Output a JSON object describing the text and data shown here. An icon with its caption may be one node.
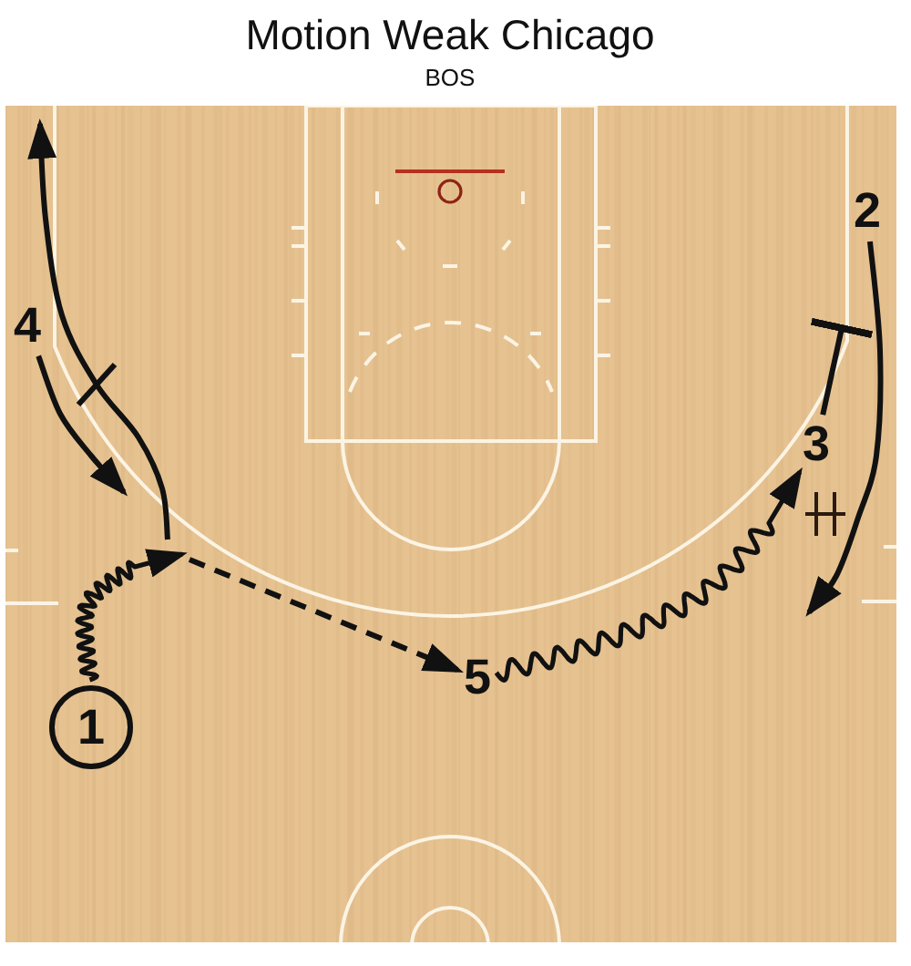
{
  "diagram": {
    "title": "Motion Weak Chicago",
    "nodes": [
      {
        "text": [
          "2"
        ]
      },
      {
        "text": [
          "4"
        ]
      },
      {
        "text": [
          "3"
        ]
      },
      {
        "text": [
          "5"
        ]
      },
      {
        "text": [
          "1"
        ]
      }
    ],
    "edges": [
      {
        "from": 4,
        "to": null,
        "arrow": "to"
      },
      {
        "from": null,
        "to": 3,
        "arrow": "to",
        "style": "dashed"
      },
      {
        "from": 1,
        "to": null,
        "arrow": "to"
      },
      {
        "from": 2,
        "to": null,
        "arrow": "other"
      },
      {
        "from": 0,
        "to": null,
        "arrow": "to"
      },
      {
        "from": 3,
        "to": 2,
        "arrow": "to"
      }
    ],
    "labels": [
      "BOS"
    ]
  }
}
